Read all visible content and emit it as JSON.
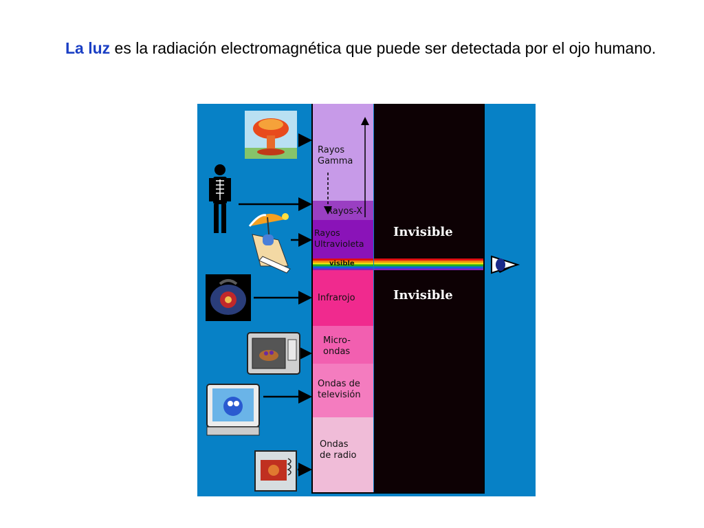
{
  "header": {
    "highlight": "La luz",
    "rest": " es la radiación electromagnética que puede ser detectada por el ojo humano."
  },
  "spectrum": {
    "bands": [
      {
        "key": "gamma",
        "label": "Rayos\nGamma",
        "color": "#c79ae8"
      },
      {
        "key": "xray",
        "label": "Rayos-X",
        "color": "#9a3fc2"
      },
      {
        "key": "uv",
        "label": "Rayos\nUltravioleta",
        "color": "#8a13b8"
      },
      {
        "key": "visible",
        "label": "visible",
        "colors": [
          "#e01010",
          "#f08a10",
          "#f0e010",
          "#20b020",
          "#1060e0",
          "#8020c0"
        ]
      },
      {
        "key": "ir",
        "label": "Infrarojo",
        "color": "#f02a8e"
      },
      {
        "key": "micro",
        "label": "Micro-\nondas",
        "color": "#f25fb0"
      },
      {
        "key": "tv",
        "label": "Ondas de\ntelevisión",
        "color": "#f47cbf"
      },
      {
        "key": "radio",
        "label": "Ondas\nde radio",
        "color": "#f0bcd8"
      }
    ],
    "invisible_upper": "Invisible",
    "invisible_lower": "Invisible"
  },
  "colors": {
    "background": "#0781c6",
    "dark": "#0d0104",
    "accent": "#1a3fc4"
  },
  "icons": [
    "nuclear-explosion-icon",
    "xray-person-icon",
    "sunbather-icon",
    "heater-icon",
    "microwave-icon",
    "television-icon",
    "radio-icon",
    "eye-icon"
  ]
}
